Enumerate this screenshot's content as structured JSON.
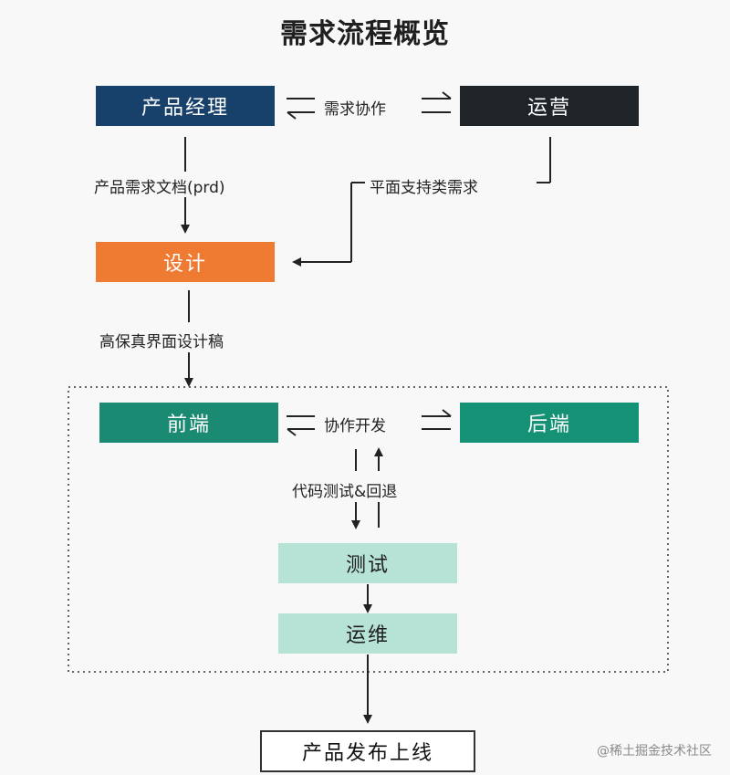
{
  "title": "需求流程概览",
  "nodes": {
    "pm": {
      "label": "产品经理",
      "bg": "#17406b",
      "fg": "#ffffff"
    },
    "ops": {
      "label": "运营",
      "bg": "#1f2428",
      "fg": "#ffffff"
    },
    "design": {
      "label": "设计",
      "bg": "#ef7a32",
      "fg": "#ffffff"
    },
    "frontend": {
      "label": "前端",
      "bg": "#1a8a73",
      "fg": "#ffffff"
    },
    "backend": {
      "label": "后端",
      "bg": "#159276",
      "fg": "#ffffff"
    },
    "testing": {
      "label": "测试",
      "bg": "#b7e2d6",
      "fg": "#1f1f1f"
    },
    "devops": {
      "label": "运维",
      "bg": "#b7e2d6",
      "fg": "#1f1f1f"
    },
    "release": {
      "label": "产品发布上线",
      "bg": "#ffffff",
      "fg": "#111111"
    }
  },
  "edges": {
    "pm_ops": "需求协作",
    "pm_design": "产品需求文档(prd)",
    "ops_design": "平面支持类需求",
    "design_dev": "高保真界面设计稿",
    "fe_be": "协作开发",
    "dev_test": "代码测试&回退"
  },
  "watermark": "@稀土掘金技术社区"
}
